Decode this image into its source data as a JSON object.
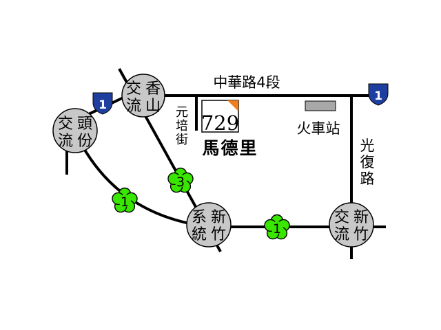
{
  "roads": {
    "main_road": "中華路4段",
    "left_street": [
      "元",
      "培",
      "街"
    ],
    "right_road": [
      "光",
      "復",
      "路"
    ]
  },
  "interchanges": {
    "top_left": [
      "交",
      "香",
      "流",
      "山"
    ],
    "left": [
      "交",
      "頭",
      "流",
      "份"
    ],
    "center_bottom": [
      "系",
      "新",
      "統",
      "竹"
    ],
    "right_bottom": [
      "交",
      "新",
      "流",
      "竹"
    ]
  },
  "shields": {
    "highway_left": "1",
    "highway_right": "1",
    "flower_left": "1",
    "flower_center": "3",
    "flower_bottom": "1"
  },
  "landmarks": {
    "address_number": "729",
    "place_name": "馬德里",
    "station": "火車站"
  },
  "colors": {
    "interchange_fill": "#c8c8c8",
    "highway_shield": "#1e3fa0",
    "flower_green": "#39e600",
    "marker_orange": "#f07f1e",
    "station_gray": "#a8a8a8"
  },
  "icons": {
    "highway": "national-freeway-shield-icon",
    "provincial": "plum-blossom-shield-icon"
  }
}
